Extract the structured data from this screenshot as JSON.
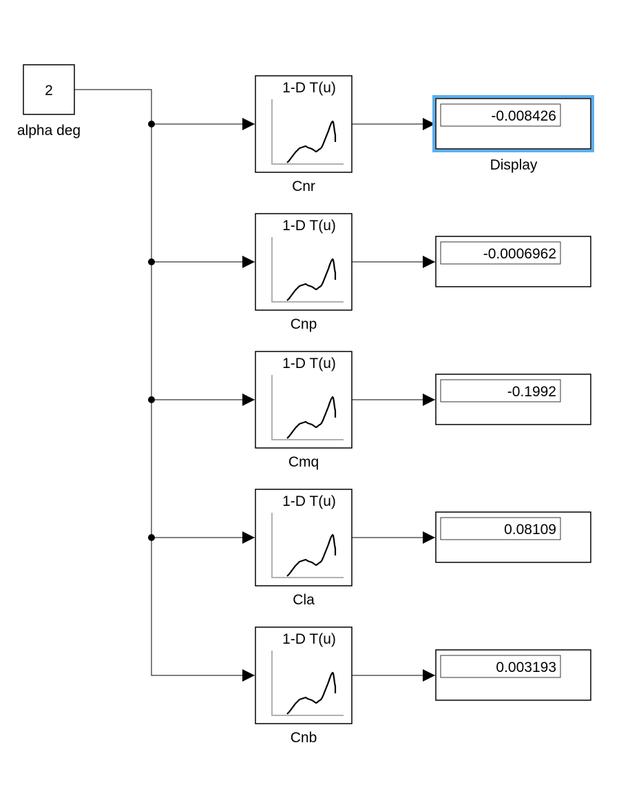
{
  "source": {
    "value": "2",
    "label": "alpha deg"
  },
  "lookup_icon_text": "1-D T(u)",
  "selected_display_label": "Display",
  "colors": {
    "selection": "#5aaff0",
    "selected_label": "#1e90e6",
    "axis": "#b0b0b0"
  },
  "rows": [
    {
      "table": "Cnr",
      "display": "-0.008426",
      "selected": true
    },
    {
      "table": "Cnp",
      "display": "-0.0006962",
      "selected": false
    },
    {
      "table": "Cmq",
      "display": "-0.1992",
      "selected": false
    },
    {
      "table": "Cla",
      "display": "0.08109",
      "selected": false
    },
    {
      "table": "Cnb",
      "display": "0.003193",
      "selected": false
    }
  ]
}
